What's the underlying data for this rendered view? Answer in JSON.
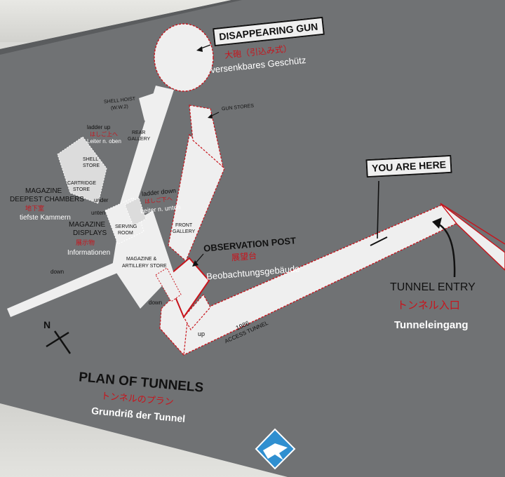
{
  "labels": {
    "disappearing_gun": "DISAPPEARING GUN",
    "disappearing_gun_jp": "大砲（引込み式）",
    "disappearing_gun_de": "versenkbares Geschütz",
    "shell_hoist": "SHELL HOIST",
    "shell_hoist_ww2": "(W.W.2)",
    "gun_stores": "GUN STORES",
    "rear_gallery_1": "REAR",
    "rear_gallery_2": "GALLERY",
    "ladder_up": "ladder up",
    "ladder_up_jp": "はしご上へ",
    "ladder_up_de": "Leiter n. oben",
    "shell_store_1": "SHELL",
    "shell_store_2": "STORE",
    "cartridge_store_1": "CARTRIDGE",
    "cartridge_store_2": "STORE",
    "magazine_deepest_1": "MAGAZINE",
    "magazine_deepest_2": "DEEPEST CHAMBERS",
    "magazine_deepest_jp": "地下室",
    "magazine_deepest_de": "tiefste Kammern",
    "under_1": "under",
    "under_2": "unten",
    "ladder_down": "ladder down",
    "ladder_down_jp": "はしご下へ",
    "ladder_down_de": "Leiter n. unten",
    "magazine_displays_1": "MAGAZINE",
    "magazine_displays_2": "DISPLAYS",
    "magazine_displays_jp": "展示物",
    "magazine_displays_de": "Informationen",
    "serving_room_1": "SERVING",
    "serving_room_2": "ROOM",
    "front_gallery_1": "FRONT",
    "front_gallery_2": "GALLERY",
    "magazine_artillery_1": "MAGAZINE &",
    "magazine_artillery_2": "ARTILLERY STORE",
    "down_1": "down",
    "down_2": "down",
    "observation_post": "OBSERVATION  POST",
    "observation_post_jp": "展望台",
    "observation_post_de": "Beobachtungsgebäude",
    "up": "up",
    "access_tunnel_year": "1986",
    "access_tunnel": "ACCESS TUNNEL",
    "you_are_here": "YOU ARE HERE",
    "tunnel_entry": "TUNNEL ENTRY",
    "tunnel_entry_jp": "トンネル入口",
    "tunnel_entry_de": "Tunneleingang",
    "north": "N",
    "plan_title": "PLAN OF TUNNELS",
    "plan_title_jp": "トンネルのプラン",
    "plan_title_de": "Grundriß der Tunnel"
  },
  "colors": {
    "board": "#707274",
    "tunnel": "#efefef",
    "red_outline": "#c8141c",
    "text_dark": "#111111",
    "text_red": "#c8141c",
    "logo_blue": "#2f8fd0"
  },
  "icons": {
    "logo": "airplane-badge-icon",
    "north_arrow": "north-arrow-icon"
  }
}
